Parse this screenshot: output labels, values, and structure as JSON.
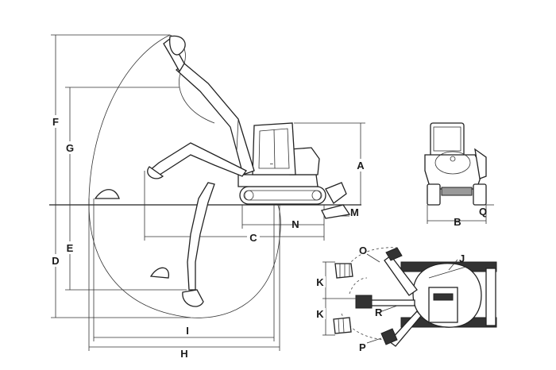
{
  "labels": {
    "A": "A",
    "B": "B",
    "C": "C",
    "D": "D",
    "E": "E",
    "F": "F",
    "G": "G",
    "H": "H",
    "I": "I",
    "J": "J",
    "K1": "K",
    "K2": "K",
    "M": "M",
    "N": "N",
    "O": "O",
    "P": "P",
    "Q": "Q",
    "R": "R"
  }
}
